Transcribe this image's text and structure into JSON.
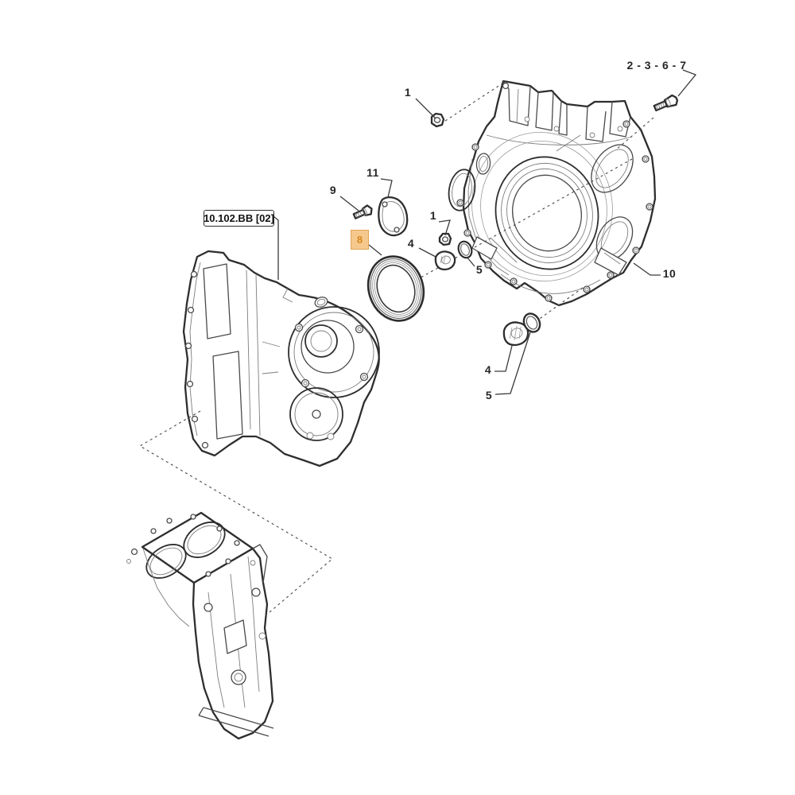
{
  "diagram": {
    "type": "exploded-parts-diagram",
    "reference_box": "10.102.BB [02]",
    "callouts": {
      "upper_nut": "1",
      "bolt_set": "2 - 3 - 6 - 7",
      "bolt": "9",
      "gasket": "11",
      "seal": "8",
      "middle_nut": "1",
      "middle_plug": "4",
      "middle_oring": "5",
      "housing": "10",
      "lower_plug": "4",
      "lower_oring": "5"
    },
    "colors": {
      "highlight_fill": "#f5c88e",
      "highlight_border": "#e3a455",
      "highlight_text": "#d8891f",
      "outline": "#2e2e2e",
      "label_text": "#262626"
    }
  }
}
